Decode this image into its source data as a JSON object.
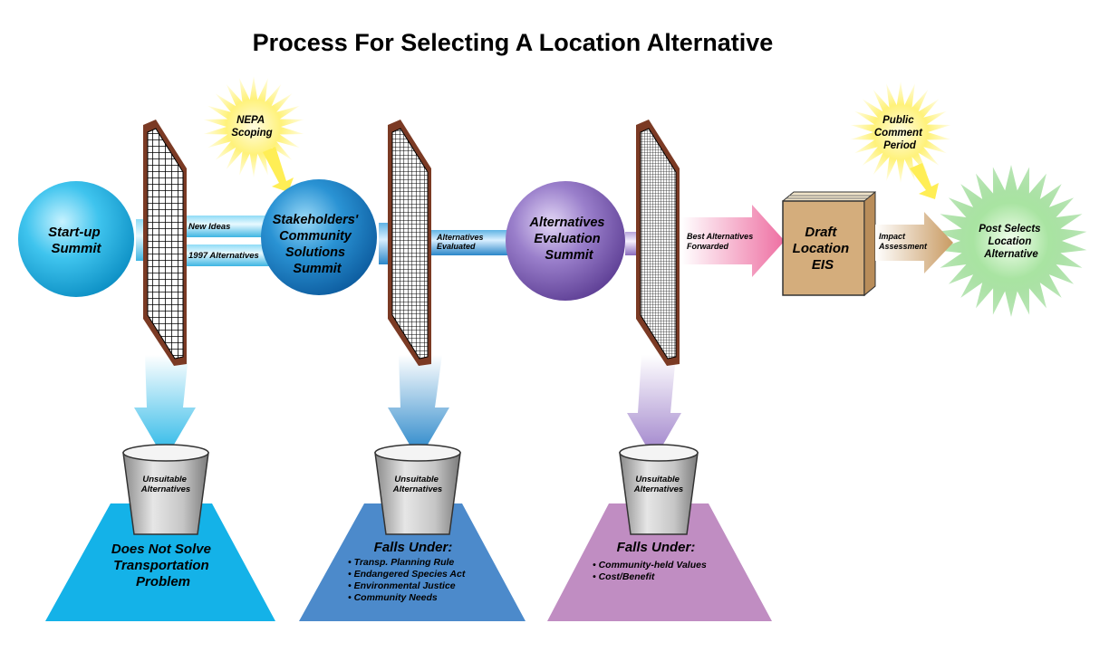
{
  "title": "Process For Selecting A Location Alternative",
  "sun_nepa": [
    "NEPA",
    "Scoping"
  ],
  "sun_public": [
    "Public",
    "Comment",
    "Period"
  ],
  "startup": [
    "Start-up",
    "Summit"
  ],
  "stakeholders": [
    "Stakeholders'",
    "Community",
    "Solutions",
    "Summit"
  ],
  "evaluation": [
    "Alternatives",
    "Evaluation",
    "Summit"
  ],
  "pipe_new_ideas": "New Ideas",
  "pipe_1997": "1997 Alternatives",
  "pipe_evaluated": [
    "Alternatives",
    "Evaluated"
  ],
  "arrow_best": [
    "Best Alternatives",
    "Forwarded"
  ],
  "eis": [
    "Draft",
    "Location",
    "EIS"
  ],
  "arrow_impact": [
    "Impact",
    "Assessment"
  ],
  "post": [
    "Post Selects",
    "Location",
    "Alternative"
  ],
  "bucket_label": [
    "Unsuitable",
    "Alternatives"
  ],
  "base1": [
    "Does Not Solve",
    "Transportation",
    "Problem"
  ],
  "base2_title": "Falls Under:",
  "base2_items": [
    "• Transp. Planning Rule",
    "• Endangered Species Act",
    "• Environmental Justice",
    "• Community Needs"
  ],
  "base3_title": "Falls Under:",
  "base3_items": [
    "• Community-held Values",
    "• Cost/Benefit"
  ],
  "colors": {
    "cyan": "#1fb4e6",
    "blue": "#1b7fc6",
    "purple": "#8f6fc0",
    "pink": "#ee79a8",
    "tan": "#d4ad7c",
    "green": "#8fd68a",
    "frame": "#7b3a24",
    "base1": "#14b2e8",
    "base2": "#4c8acb",
    "base3": "#c08dc2"
  }
}
